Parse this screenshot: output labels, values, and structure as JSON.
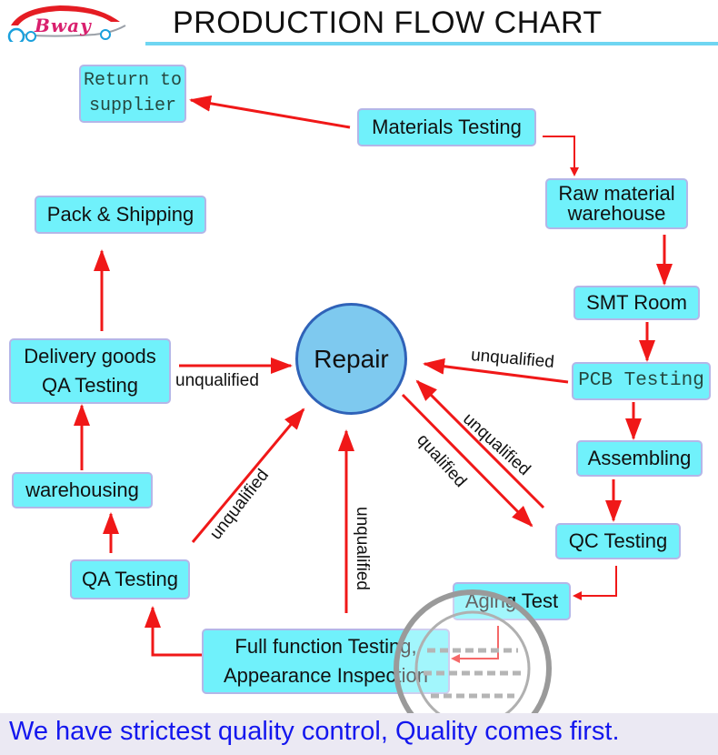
{
  "brand": {
    "logo_text": "Bway"
  },
  "title": "PRODUCTION FLOW CHART",
  "nodes": {
    "return_line1": "Return to",
    "return_line2": "supplier",
    "materials_testing": "Materials Testing",
    "raw_line1": "Raw material",
    "raw_line2": "warehouse",
    "smt_room": "SMT Room",
    "pcb_testing": "PCB Testing",
    "assembling": "Assembling",
    "qc_testing": "QC Testing",
    "aging_test": "Aging Test",
    "full_line1": "Full function Testing,",
    "full_line2": "Appearance Inspection",
    "qa_testing": "QA Testing",
    "warehousing": "warehousing",
    "delivery_line1": "Delivery goods",
    "delivery_line2": "QA Testing",
    "pack_shipping": "Pack & Shipping",
    "repair": "Repair"
  },
  "labels": {
    "pcb_unqualified": "unqualified",
    "qc_unqualified": "unqualified",
    "qc_qualified": "qualified",
    "delivery_unqualified": "unqualified",
    "qa_unqualified": "unqualified",
    "full_unqualified": "unqualified"
  },
  "footer": "We have strictest quality control, Quality comes first.",
  "colors": {
    "box_fill": "#70f1fb",
    "box_border": "#b4b6e8",
    "arrow": "#f01818",
    "repair_fill": "#7ec9ef",
    "repair_border": "#2f62b8",
    "footer_text": "#1417ee"
  }
}
